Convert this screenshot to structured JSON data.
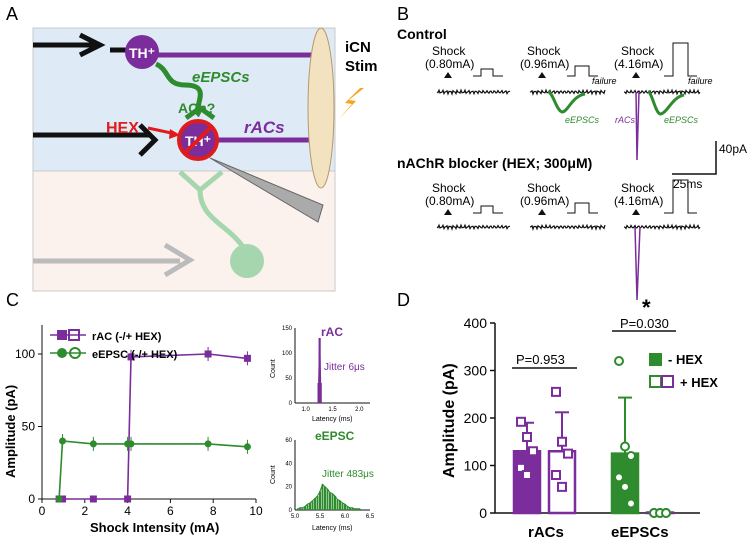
{
  "panels": {
    "A": "A",
    "B": "B",
    "C": "C",
    "D": "D"
  },
  "schematic": {
    "th_label": "TH⁺",
    "eepscs_label": "eEPSCs",
    "ach_label": "ACh?",
    "hex_label": "HEX",
    "racs_label": "rACs",
    "stim_line1": "iCN",
    "stim_line2": "Stim"
  },
  "traces": {
    "control_title": "Control",
    "blocker_title": "nAChR blocker (HEX; 300μM)",
    "shock_word": "Shock",
    "shock_values": [
      "(0.80mA)",
      "(0.96mA)",
      "(4.16mA)"
    ],
    "failure": "failure",
    "eepscs": "eEPSCs",
    "racs": "rACs",
    "scale_y": "40pA",
    "scale_x": "25ms",
    "colors": {
      "green": "#2e8b2e",
      "purple": "#7b2d9b"
    }
  },
  "chart_data": [
    {
      "id": "C-main",
      "type": "line",
      "xlabel": "Shock Intensity (mA)",
      "ylabel": "Amplitude (pA)",
      "xlim": [
        0,
        10
      ],
      "ylim": [
        0,
        120
      ],
      "xticks": [
        "0",
        "2",
        "4",
        "6",
        "8",
        "10"
      ],
      "yticks": [
        "0",
        "50",
        "100"
      ],
      "legend": [
        "rAC (-/+ HEX)",
        "eEPSC (-/+ HEX)"
      ],
      "series": [
        {
          "name": "rAC (-/+ HEX)",
          "color": "#7b2d9b",
          "x": [
            0.8,
            0.96,
            2.4,
            4.0,
            4.16,
            7.76,
            9.6
          ],
          "y": [
            0,
            0,
            0,
            0,
            98,
            100,
            97
          ]
        },
        {
          "name": "eEPSC (-/+ HEX)",
          "color": "#2e8b2e",
          "x": [
            0.8,
            0.96,
            2.4,
            4.0,
            4.16,
            7.76,
            9.6
          ],
          "y": [
            0,
            40,
            38,
            38,
            38,
            38,
            36
          ]
        }
      ]
    },
    {
      "id": "C-rac-hist",
      "type": "bar",
      "title": "rAC",
      "annotation": "Jitter 6μs",
      "xlabel": "Latency (ms)",
      "ylabel": "Count",
      "xticks": [
        "1.0",
        "1.5",
        "2.0"
      ],
      "yticks": [
        "0",
        "50",
        "100",
        "150"
      ],
      "xlim": [
        0.8,
        2.2
      ],
      "ylim": [
        0,
        150
      ],
      "x": [
        1.24,
        1.26,
        1.28
      ],
      "values": [
        40,
        130,
        40
      ]
    },
    {
      "id": "C-eepsc-hist",
      "type": "bar",
      "title": "eEPSC",
      "annotation": "Jitter 483μs",
      "xlabel": "Latency (ms)",
      "ylabel": "Count",
      "xticks": [
        "5.0",
        "5.5",
        "6.0",
        "6.5"
      ],
      "yticks": [
        "0",
        "20",
        "40",
        "60"
      ],
      "xlim": [
        5.0,
        6.5
      ],
      "ylim": [
        0,
        60
      ],
      "x": [
        5.05,
        5.1,
        5.15,
        5.2,
        5.25,
        5.3,
        5.35,
        5.4,
        5.45,
        5.5,
        5.55,
        5.6,
        5.65,
        5.7,
        5.75,
        5.8,
        5.85,
        5.9,
        5.95,
        6.0,
        6.05,
        6.1,
        6.15,
        6.2,
        6.25,
        6.3
      ],
      "values": [
        1,
        2,
        2,
        3,
        5,
        6,
        8,
        10,
        12,
        16,
        22,
        20,
        18,
        15,
        14,
        12,
        9,
        8,
        6,
        5,
        3,
        2,
        2,
        1,
        1,
        1
      ]
    },
    {
      "id": "D",
      "type": "bar",
      "ylabel": "Amplitude (pA)",
      "categories": [
        "rACs",
        "eEPSCs"
      ],
      "ylim": [
        0,
        400
      ],
      "yticks": [
        "0",
        "100",
        "200",
        "300",
        "400"
      ],
      "legend": [
        "- HEX",
        "+ HEX"
      ],
      "p_values": [
        "P=0.953",
        "P=0.030"
      ],
      "star": "*",
      "series": [
        {
          "name": "- HEX",
          "values": [
            130,
            125
          ],
          "sd": [
            60,
            118
          ],
          "points": [
            [
              192,
              160,
              130,
              95,
              80
            ],
            [
              320,
              140,
              120,
              75,
              55,
              20
            ]
          ]
        },
        {
          "name": "+ HEX",
          "values": [
            130,
            1
          ],
          "sd": [
            82,
            2
          ],
          "points": [
            [
              255,
              150,
              125,
              80,
              55
            ],
            [
              0,
              0,
              0,
              0,
              0,
              0
            ]
          ]
        }
      ]
    }
  ]
}
